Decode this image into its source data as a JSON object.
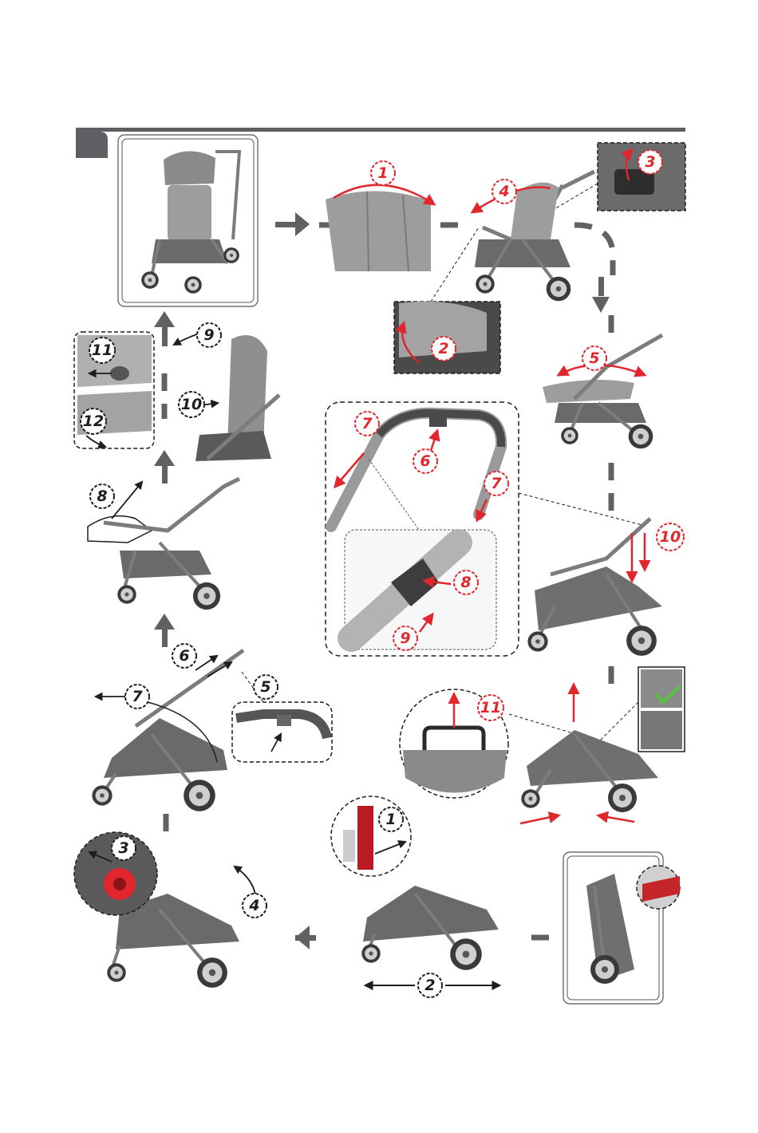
{
  "colors": {
    "accent_red": "#e0272d",
    "arrow_gray": "#616164",
    "header_bar": "#5e5f62",
    "fabric_gray": "#9d9d9d",
    "frame_gray": "#7c7c7c",
    "check_green": "#5fb94a"
  },
  "steps": {
    "unfold": {
      "s1": "1",
      "s2": "2",
      "s3": "3",
      "s4": "4",
      "s5": "5",
      "s6": "6",
      "s7": "7",
      "s8": "8",
      "s9": "9",
      "s10": "10",
      "s11": "11"
    },
    "open": {
      "s1": "1",
      "s2": "2",
      "s3": "3",
      "s4": "4",
      "s5": "5",
      "s6": "6",
      "s7": "7",
      "s8": "8",
      "s9": "9",
      "s10": "10",
      "s11": "11",
      "s12": "12"
    }
  },
  "icons": [
    "flow-arrow-icon",
    "check-icon",
    "handle-icon"
  ]
}
